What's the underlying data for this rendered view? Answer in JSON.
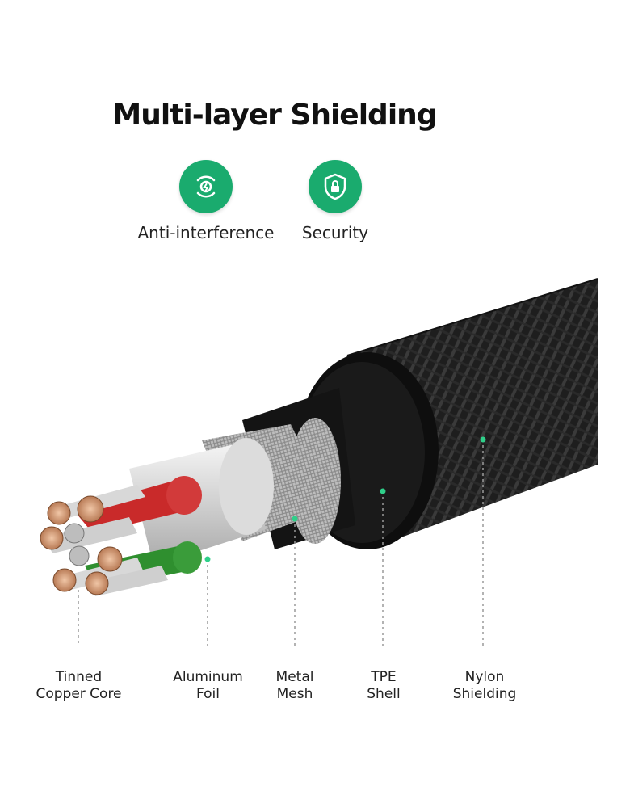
{
  "title": "Multi-layer Shielding",
  "features": [
    {
      "label": "Anti-interference",
      "icon": "signal-shield-icon"
    },
    {
      "label": "Security",
      "icon": "lock-shield-icon"
    }
  ],
  "layers": [
    {
      "line1": "Tinned",
      "line2": "Copper Core"
    },
    {
      "line1": "Aluminum",
      "line2": "Foil"
    },
    {
      "line1": "Metal",
      "line2": "Mesh"
    },
    {
      "line1": "TPE",
      "line2": "Shell"
    },
    {
      "line1": "Nylon",
      "line2": "Shielding"
    }
  ],
  "colors": {
    "accent": "#1aab6e",
    "jacket": "#1c1c1c",
    "wire_red": "#c92a2a",
    "wire_green": "#2f8f2f",
    "copper": "#d9a07a"
  }
}
